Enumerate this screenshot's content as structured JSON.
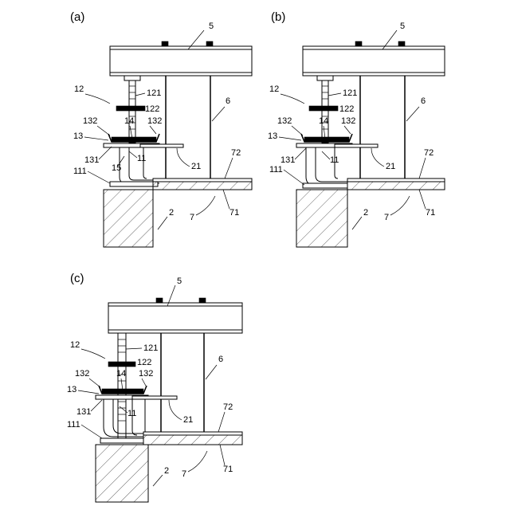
{
  "figure": {
    "panels": [
      {
        "caption": "(a)",
        "labels": {
          "l5": "5",
          "l6": "6",
          "l12": "12",
          "l121": "121",
          "l122": "122",
          "l132L": "132",
          "l14": "14",
          "l132R": "132",
          "l13": "13",
          "l131": "131",
          "l111": "111",
          "l15": "15",
          "l11": "11",
          "l21": "21",
          "l72": "72",
          "l71": "71",
          "l7": "7",
          "l2": "2"
        }
      },
      {
        "caption": "(b)",
        "labels": {
          "l5": "5",
          "l6": "6",
          "l12": "12",
          "l121": "121",
          "l122": "122",
          "l132L": "132",
          "l14": "14",
          "l132R": "132",
          "l13": "13",
          "l131": "131",
          "l111": "111",
          "l11": "11",
          "l21": "21",
          "l72": "72",
          "l71": "71",
          "l7": "7",
          "l2": "2"
        }
      },
      {
        "caption": "(c)",
        "labels": {
          "l5": "5",
          "l6": "6",
          "l12": "12",
          "l121": "121",
          "l122": "122",
          "l132L": "132",
          "l14": "14",
          "l132R": "132",
          "l13": "13",
          "l131": "131",
          "l111": "111",
          "l11": "11",
          "l21": "21",
          "l72": "72",
          "l71": "71",
          "l7": "7",
          "l2": "2"
        }
      }
    ]
  }
}
